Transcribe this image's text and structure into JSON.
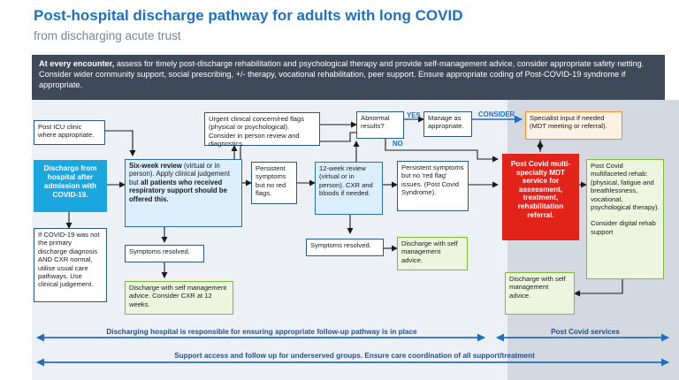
{
  "header": {
    "title": "Post-hospital discharge pathway for adults with long COVID",
    "subtitle": "from discharging acute trust"
  },
  "banner": {
    "lead": "At every encounter,",
    "text": " assess for timely post-discharge rehabilitation and psychological therapy and provide self-management advice, consider appropriate safety netting. Consider wider community support, social prescribing, +/- therapy, vocational rehabilitation, peer support.  Ensure appropriate coding of Post-COVID-19 syndrome if appropriate."
  },
  "boxes": {
    "icu": "Post ICU clinic where appropriate.",
    "discharge": "Discharge from hospital after admission with COVID-19.",
    "not_primary": "If COVID-19 was not the primary discharge diagnosis AND CXR normal, utilise usual care pathways. Use clinical judgement.",
    "six_week_title": "Six-week review",
    "six_week_mid": " (virtual or in person). Apply clinical judgement but ",
    "six_week_bold": "all patients who received respiratory support should be offered this.",
    "resolved_1": "Symptoms resolved.",
    "discharge_cxr": "Discharge with self management advice. Consider CXR at 12 weeks.",
    "urgent": "Urgent clinical concern/red flags (physical or psychological). Consider in person review and diagnostics.",
    "abnormal": "Abnormal results?",
    "manage": "Manage as appropriate.",
    "persist_1": "Persistent symptoms but no red flags.",
    "twelve_week": "12-week review (virtual or in person). CXR and bloods if needed.",
    "resolved_2": "Symptoms resolved.",
    "discharge_self": "Discharge with self management advice.",
    "persist_2": "Persistent symptoms but no 'red flag' issues. (Post Covid Syndrome).",
    "specialist": "Specialist input if needed (MDT meeting or referral).",
    "mdt": "Post Covid multi-specialty MDT service for assessment, treatment, rehabilitation referral.",
    "rehab_1": "Post Covid multifaceted rehab: (physical, fatigue and breathlessness, vocational, psychological therapy).",
    "rehab_2": "Consider digital rehab support",
    "discharge_final": "Discharge with self management advice."
  },
  "labels": {
    "yes": "YES",
    "no": "NO",
    "consider": "CONSIDER"
  },
  "bands": {
    "hospital": "Discharging hospital is responsible for ensuring appropriate follow-up pathway is in place",
    "services": "Post Covid services",
    "support": "Support access and follow up for underserved groups. Ensure care coordination of all support/treatment"
  },
  "colors": {
    "title_blue": "#1f6fc1",
    "banner_bg": "#3e4a5a",
    "cyan": "#1aa7e0",
    "red": "#e2231a",
    "green_border": "#7cba3a",
    "orange_border": "#f08a24"
  }
}
